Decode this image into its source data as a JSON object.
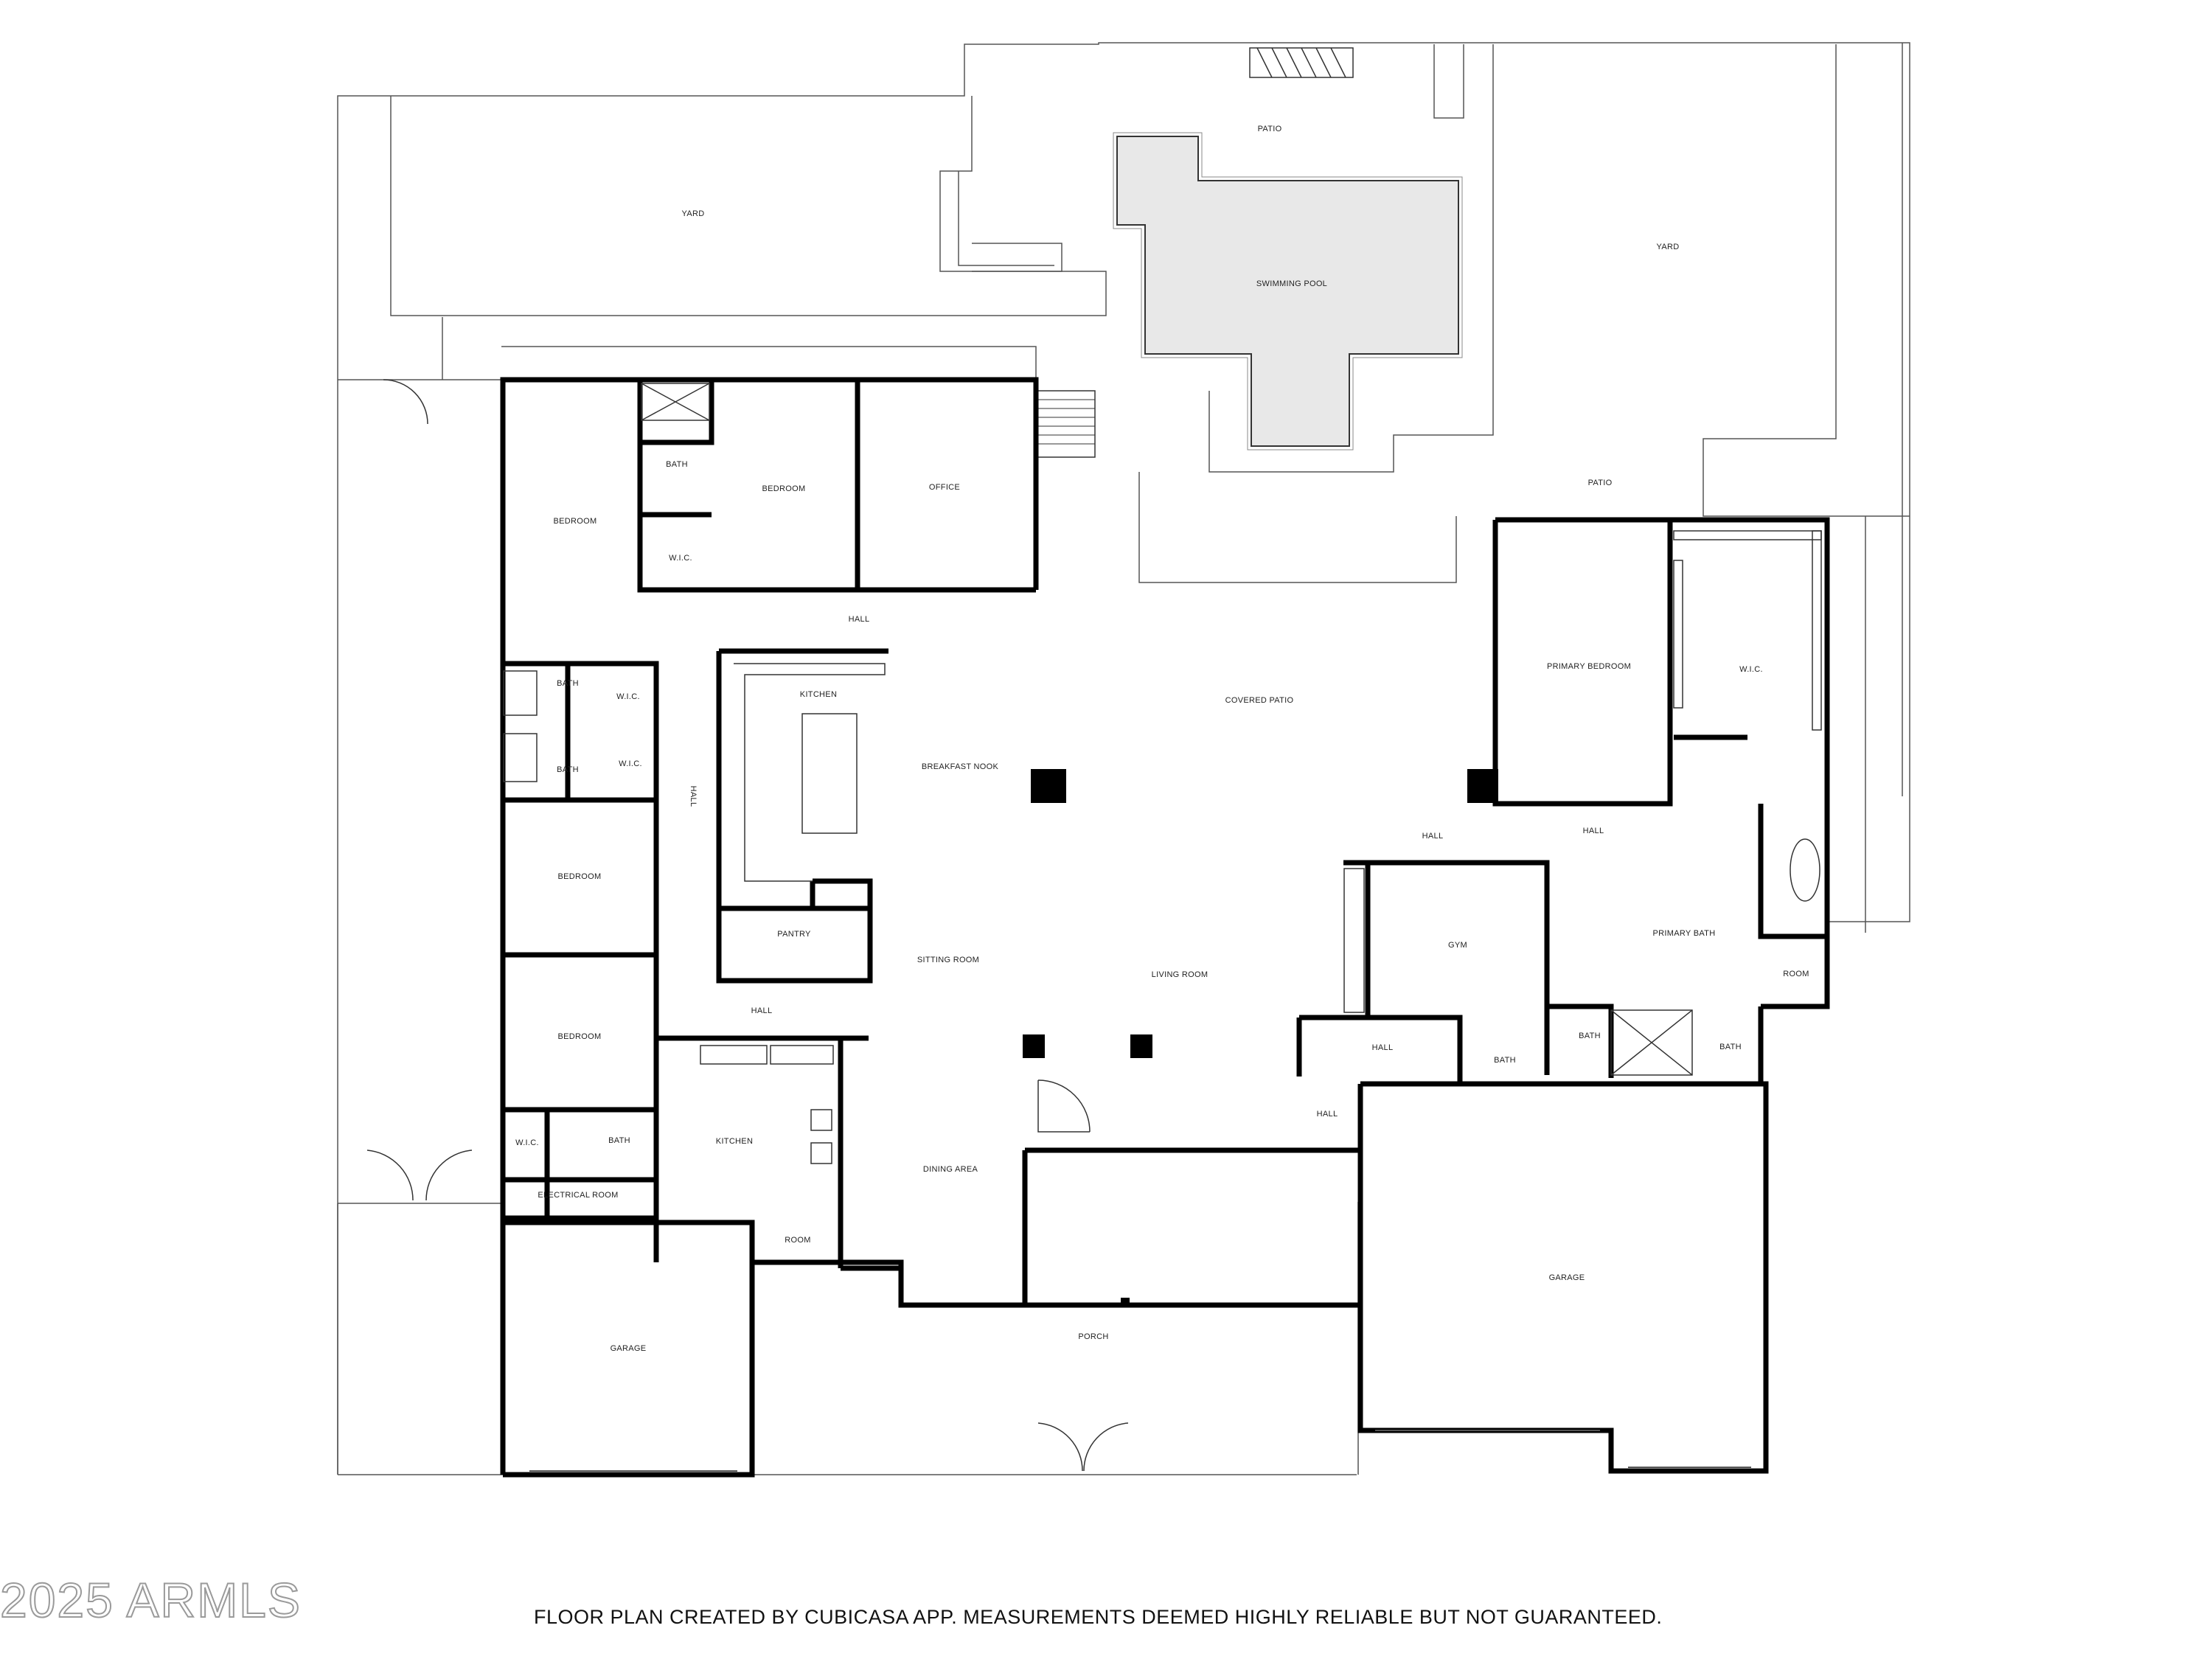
{
  "rooms": {
    "yard_left": "YARD",
    "patio_top": "PATIO",
    "swimming_pool": "SWIMMING POOL",
    "yard_right": "YARD",
    "patio_right": "PATIO",
    "bedroom_nw": "BEDROOM",
    "bath_nw": "BATH",
    "bedroom_n": "BEDROOM",
    "office": "OFFICE",
    "wic_nw": "W.I.C.",
    "hall_n": "HALL",
    "bath_w1": "BATH",
    "wic_w1": "W.I.C.",
    "bath_w2": "BATH",
    "wic_w2": "W.I.C.",
    "hall_w": "HALL",
    "kitchen_main": "KITCHEN",
    "breakfast_nook": "BREAKFAST NOOK",
    "covered_patio": "COVERED PATIO",
    "primary_bedroom": "PRIMARY BEDROOM",
    "wic_primary": "W.I.C.",
    "hall_e1": "HALL",
    "hall_e2": "HALL",
    "bedroom_w1": "BEDROOM",
    "pantry": "PANTRY",
    "sitting_room": "SITTING ROOM",
    "living_room": "LIVING ROOM",
    "gym": "GYM",
    "primary_bath": "PRIMARY BATH",
    "room_e": "ROOM",
    "bedroom_w2": "BEDROOM",
    "hall_mid": "HALL",
    "hall_se1": "HALL",
    "bath_se1": "BATH",
    "bath_se2": "BATH",
    "bath_se3": "BATH",
    "hall_se2": "HALL",
    "wic_sw": "W.I.C.",
    "bath_sw": "BATH",
    "kitchen_2": "KITCHEN",
    "dining_area": "DINING AREA",
    "electrical_room": "ELECTRICAL ROOM",
    "room_s": "ROOM",
    "garage_w": "GARAGE",
    "porch": "PORCH",
    "garage_e": "GARAGE"
  },
  "footer": {
    "caption": "FLOOR PLAN CREATED BY CUBICASA APP. MEASUREMENTS DEEMED HIGHLY RELIABLE BUT NOT GUARANTEED.",
    "watermark": "2025 ARMLS"
  },
  "colors": {
    "wall": "#000000",
    "outline": "#555555",
    "pool_fill": "#e8e8e8"
  }
}
